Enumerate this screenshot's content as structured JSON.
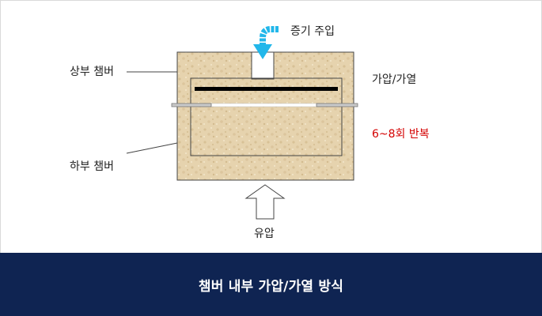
{
  "labels": {
    "steam_injection": "증기 주입",
    "upper_chamber": "상부 챔버",
    "lower_chamber": "하부 챔버",
    "heat_press": "가압/가열",
    "repeat": "6~8회 반복",
    "hydraulic": "유압"
  },
  "footer": {
    "title": "챔버 내부 가압/가열 방식"
  },
  "colors": {
    "footer_bg": "#0f2452",
    "chamber_fill": "#e8d6b3",
    "steam_arrow": "#22b7ea",
    "repeat_text": "#d40000",
    "heater_bar": "#000000"
  },
  "icons": {
    "steam_arrow": "curved-down-arrow-icon",
    "hydraulic_arrow": "up-arrow-outline-icon"
  }
}
